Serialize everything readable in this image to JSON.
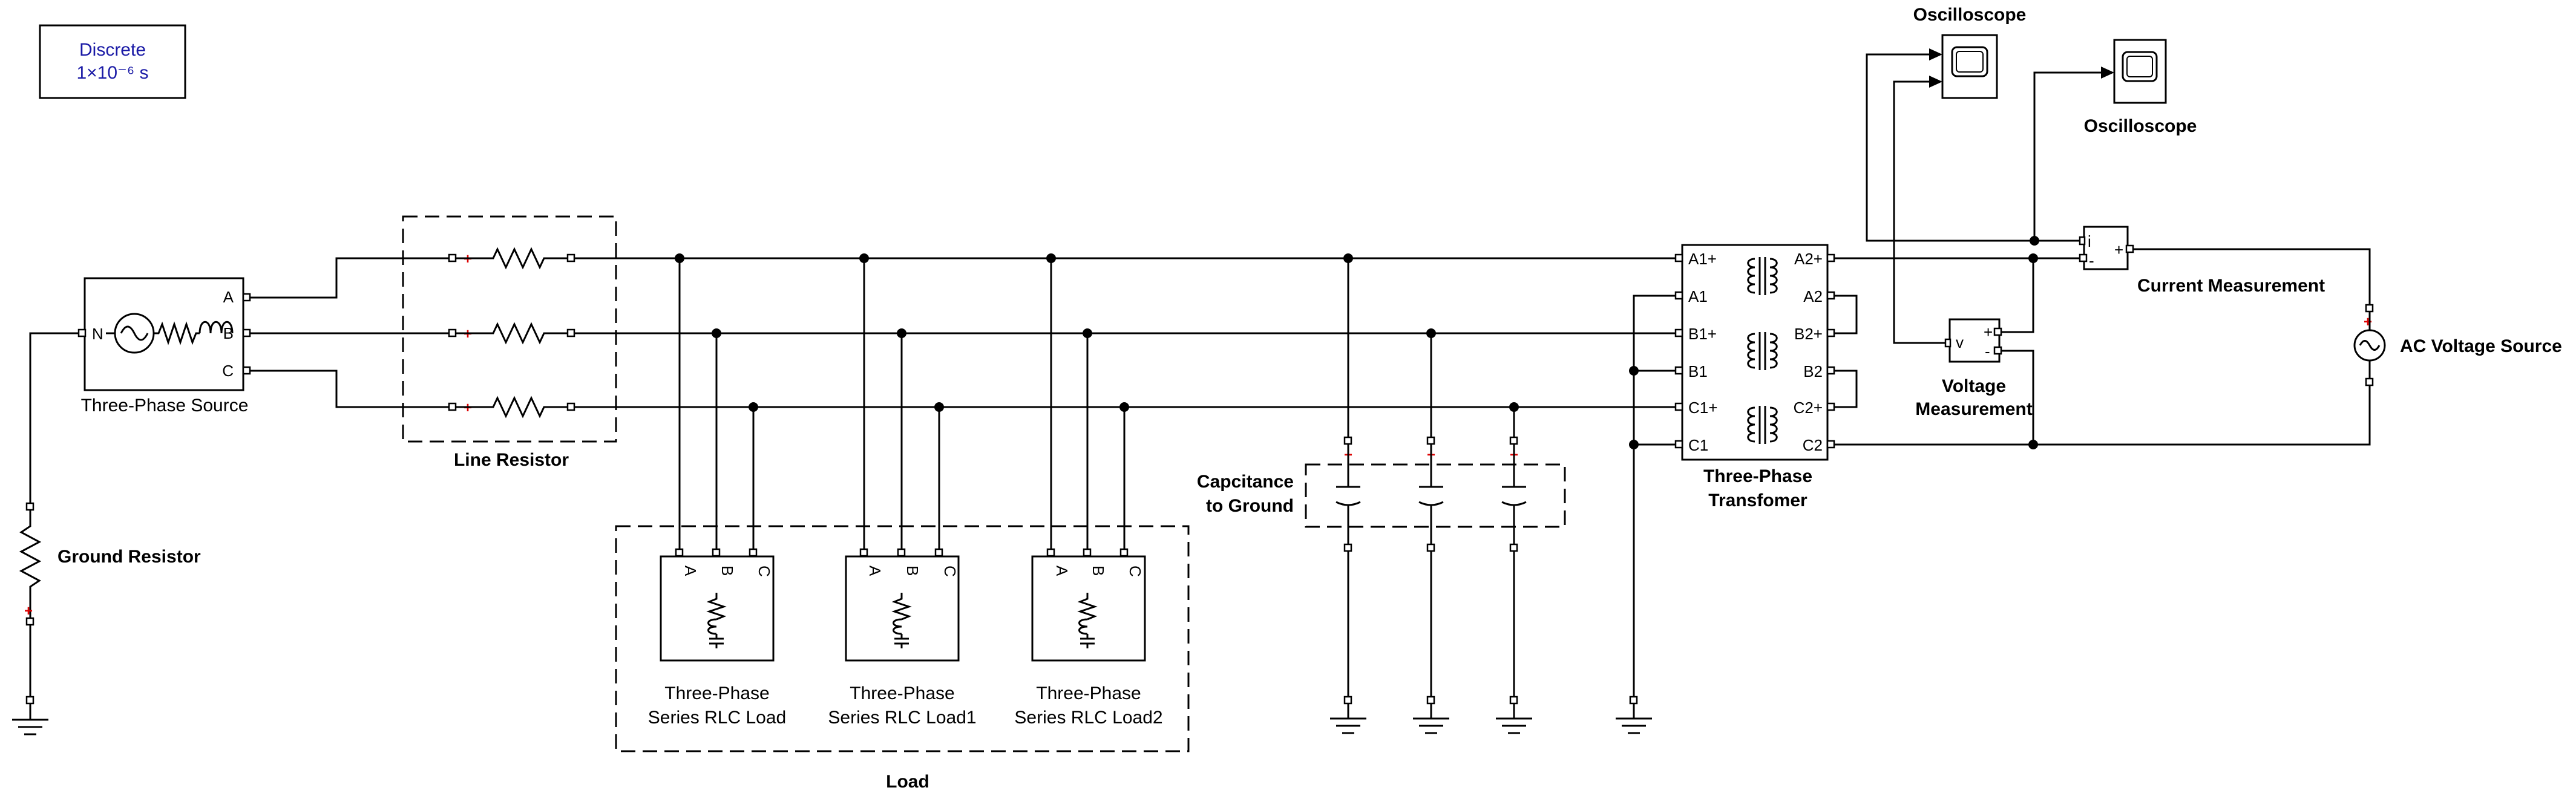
{
  "powergui": {
    "mode": "Discrete",
    "sample_time": "1×10⁻⁶ s"
  },
  "source": {
    "label": "Three-Phase Source",
    "ports": {
      "a": "A",
      "b": "B",
      "c": "C",
      "n": "N"
    }
  },
  "line_resistor": {
    "label": "Line Resistor"
  },
  "ground_resistor": {
    "label": "Ground Resistor"
  },
  "load_group": {
    "label": "Load",
    "port_labels": {
      "a": "A",
      "b": "B",
      "c": "C"
    },
    "items": [
      {
        "line1": "Three-Phase",
        "line2": "Series RLC Load"
      },
      {
        "line1": "Three-Phase",
        "line2": "Series RLC Load1"
      },
      {
        "line1": "Three-Phase",
        "line2": "Series RLC Load2"
      }
    ]
  },
  "capacitance": {
    "line1": "Capcitance",
    "line2": "to Ground"
  },
  "transformer": {
    "line1": "Three-Phase",
    "line2": "Transfomer",
    "ports": {
      "a1p": "A1+",
      "a1": "A1",
      "b1p": "B1+",
      "b1": "B1",
      "c1p": "C1+",
      "c1": "C1",
      "a2p": "A2+",
      "a2": "A2",
      "b2p": "B2+",
      "b2": "B2",
      "c2p": "C2+",
      "c2": "C2"
    }
  },
  "voltage_measurement": {
    "line1": "Voltage",
    "line2": "Measurement",
    "symbol": "v",
    "plus": "+",
    "minus": "-"
  },
  "current_measurement": {
    "label": "Current Measurement",
    "symbol": "i",
    "plus": "+",
    "minus": "-"
  },
  "oscilloscope_top": {
    "label": "Oscilloscope"
  },
  "oscilloscope_right": {
    "label": "Oscilloscope"
  },
  "ac_source": {
    "label": "AC Voltage Source"
  },
  "polarity": {
    "plus": "+"
  }
}
